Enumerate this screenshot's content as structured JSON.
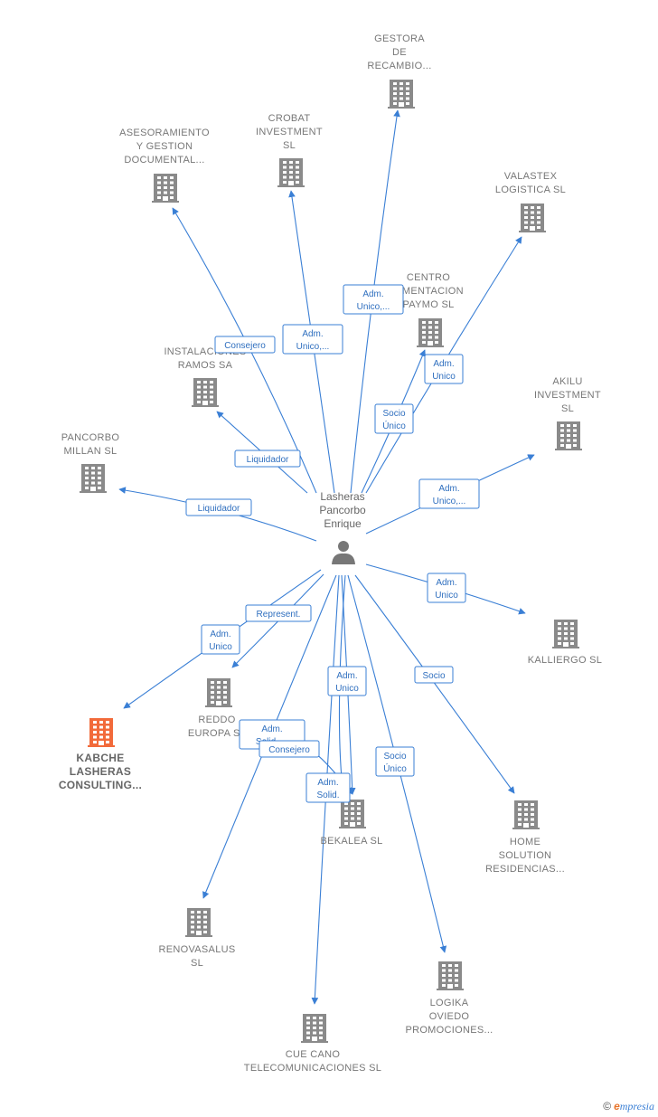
{
  "colors": {
    "edge": "#3a7fd5",
    "building": "#8a8a8a",
    "highlight": "#f26a3a",
    "person": "#777777"
  },
  "center": {
    "name_lines": [
      "Lasheras",
      "Pancorbo",
      "Enrique"
    ],
    "icon": "person-icon"
  },
  "nodes": [
    {
      "id": "gestora",
      "lines": [
        "GESTORA",
        "DE",
        "RECAMBIO..."
      ]
    },
    {
      "id": "asesoramiento",
      "lines": [
        "ASESORAMIENTO",
        "Y GESTION",
        "DOCUMENTAL..."
      ]
    },
    {
      "id": "crobat",
      "lines": [
        "CROBAT",
        "INVESTMENT",
        "SL"
      ]
    },
    {
      "id": "valastex",
      "lines": [
        "VALASTEX",
        "LOGISTICA  SL"
      ]
    },
    {
      "id": "centro",
      "lines": [
        "CENTRO",
        "LIMENTACION",
        "PAYMO SL"
      ]
    },
    {
      "id": "instalaciones",
      "lines": [
        "INSTALACIONES",
        "RAMOS SA"
      ]
    },
    {
      "id": "akilu",
      "lines": [
        "AKILU",
        "INVESTMENT",
        "SL"
      ]
    },
    {
      "id": "pancorbo",
      "lines": [
        "PANCORBO",
        "MILLAN  SL"
      ]
    },
    {
      "id": "kalliergo",
      "lines": [
        "KALLIERGO  SL"
      ]
    },
    {
      "id": "reddo",
      "lines": [
        "REDDO",
        "EUROPA  SL"
      ]
    },
    {
      "id": "kabche",
      "lines": [
        "KABCHE",
        "LASHERAS",
        "CONSULTING..."
      ],
      "highlight": true
    },
    {
      "id": "bekalea",
      "lines": [
        "BEKALEA  SL"
      ]
    },
    {
      "id": "home",
      "lines": [
        "HOME",
        "SOLUTION",
        "RESIDENCIAS..."
      ]
    },
    {
      "id": "renovasalus",
      "lines": [
        "RENOVASALUS",
        "SL"
      ]
    },
    {
      "id": "logika",
      "lines": [
        "LOGIKA",
        "OVIEDO",
        "PROMOCIONES..."
      ]
    },
    {
      "id": "cuecano",
      "lines": [
        "CUE CANO",
        "TELECOMUNICACIONES SL"
      ]
    }
  ],
  "edges": [
    {
      "to": "gestora",
      "label": [
        "Adm.",
        "Unico,..."
      ]
    },
    {
      "to": "asesoramiento",
      "label": [
        "Consejero"
      ]
    },
    {
      "to": "crobat",
      "label": [
        "Adm.",
        "Unico,..."
      ]
    },
    {
      "to": "valastex",
      "label": [
        "Adm.",
        "Unico"
      ]
    },
    {
      "to": "centro",
      "label": [
        "Socio",
        "Único"
      ]
    },
    {
      "to": "instalaciones",
      "label": [
        "Liquidador"
      ]
    },
    {
      "to": "akilu",
      "label": [
        "Adm.",
        "Unico,..."
      ]
    },
    {
      "to": "pancorbo",
      "label": [
        "Liquidador"
      ]
    },
    {
      "to": "kalliergo",
      "label": [
        "Adm.",
        "Unico"
      ]
    },
    {
      "to": "reddo",
      "label": [
        "Represent."
      ]
    },
    {
      "to": "kabche",
      "label": [
        "Adm.",
        "Unico"
      ]
    },
    {
      "to": "bekalea",
      "label": [
        "Adm.",
        "Unico"
      ]
    },
    {
      "to": "home",
      "label": [
        "Socio"
      ]
    },
    {
      "to": "renovasalus",
      "label": [
        "Adm.",
        "Solid.,..."
      ]
    },
    {
      "to": "bekalea",
      "label": [
        "Consejero"
      ]
    },
    {
      "to": "bekalea",
      "label": [
        "Adm.",
        "Solid."
      ]
    },
    {
      "to": "logika",
      "label": [
        "Socio",
        "Único"
      ]
    },
    {
      "to": "cuecano",
      "label": []
    }
  ],
  "brand": {
    "copyright": "©",
    "e": "e",
    "rest": "mpresia"
  }
}
